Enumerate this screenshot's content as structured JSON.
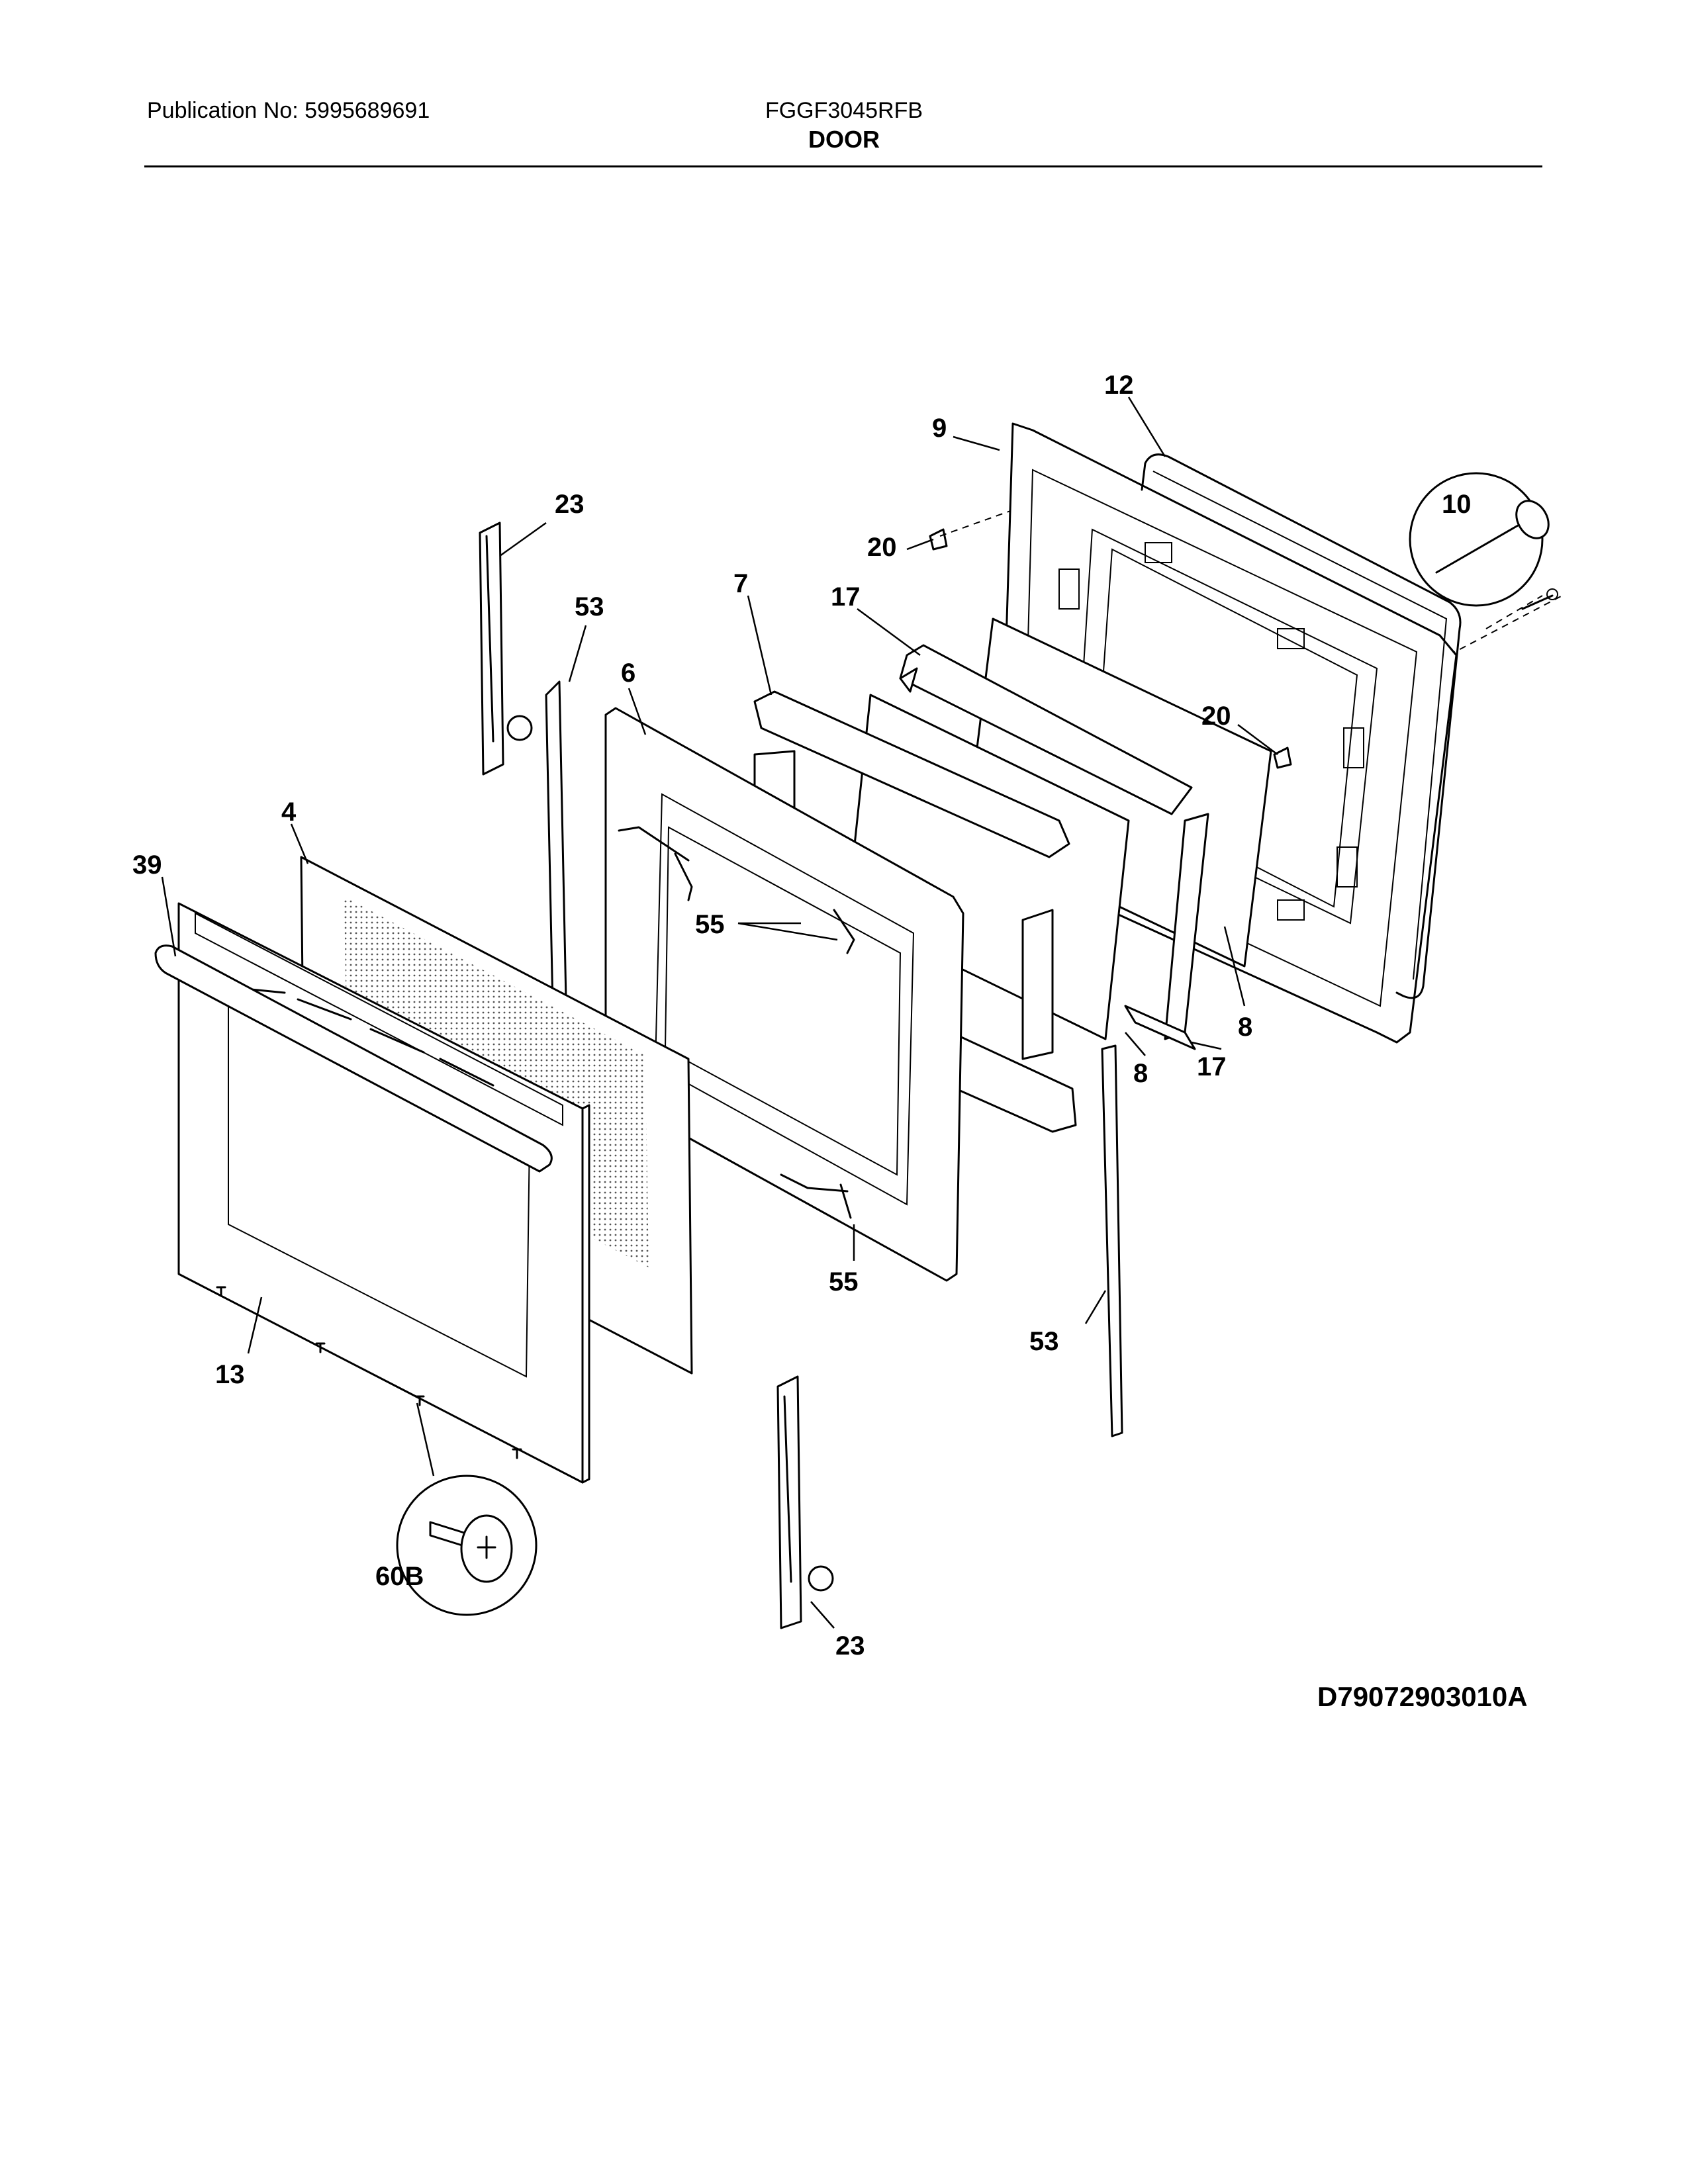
{
  "header": {
    "publication": "Publication No: 5995689691",
    "model": "FGGF3045RFB",
    "section": "DOOR"
  },
  "drawing_id": "D79072903010A",
  "part_labels": {
    "p9": "9",
    "p12": "12",
    "p10": "10",
    "p23_top": "23",
    "p53_left": "53",
    "p20_top": "20",
    "p7": "7",
    "p17_top": "17",
    "p6": "6",
    "p20_right": "20",
    "p4": "4",
    "p39": "39",
    "p55_top": "55",
    "p8_right": "8",
    "p8_mid": "8",
    "p17_bottom": "17",
    "p55_bottom": "55",
    "p53_right": "53",
    "p13": "13",
    "p60b": "60B",
    "p23_bottom": "23"
  }
}
